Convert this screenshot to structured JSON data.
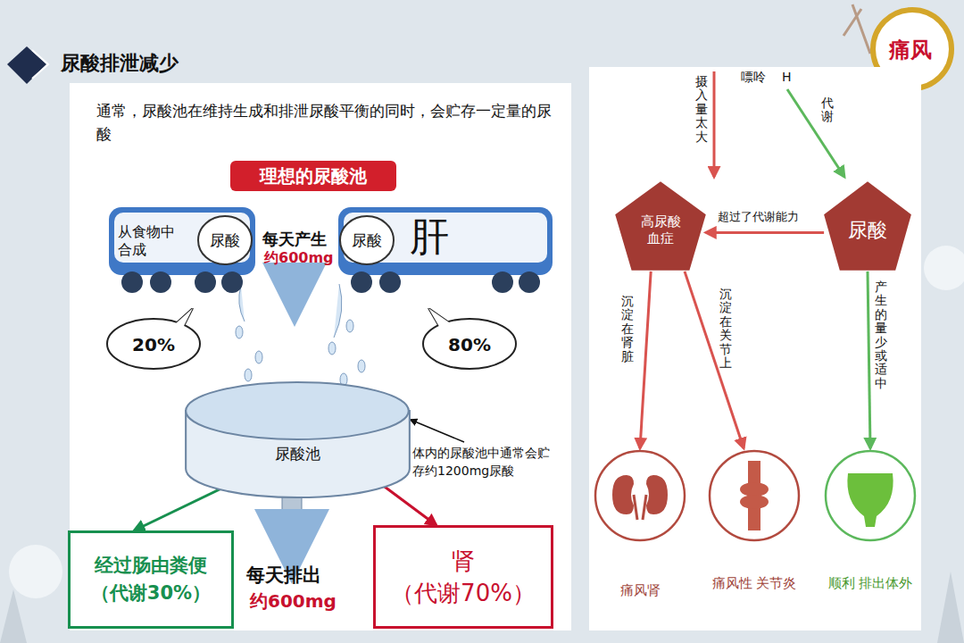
{
  "diagram": {
    "title": "尿酸排泄减少",
    "nodes": [
      {
        "text": [
          "理想的尿酸池"
        ]
      },
      {
        "text": [
          "从食物中合成"
        ]
      },
      {
        "text": [
          "尿酸"
        ],
        "in": 1
      },
      {
        "text": [
          "肝"
        ]
      },
      {
        "text": [
          "尿酸"
        ],
        "in": 3
      },
      {
        "text": [
          "20%"
        ]
      },
      {
        "text": [
          "80%"
        ]
      },
      {
        "text": [
          "尿酸池"
        ]
      },
      {
        "text": [
          "经过肠由粪便 （代谢30%）"
        ]
      },
      {
        "text": [
          "肾 （代谢70%）"
        ]
      },
      {
        "text": [
          "高尿酸 血症"
        ]
      },
      {
        "text": [
          "尿酸"
        ]
      },
      {
        "text": [
          "痛风肾"
        ]
      },
      {
        "text": [
          "痛风性 关节炎"
        ]
      },
      {
        "text": [
          "顺利 排出体外"
        ]
      }
    ],
    "edges": [
      {
        "from": 7,
        "to": 8,
        "arrow": "to"
      },
      {
        "from": 7,
        "to": 9,
        "arrow": "to"
      },
      {
        "from": 11,
        "to": 10,
        "label": "超过了代谢能力",
        "arrow": "to"
      },
      {
        "from": 10,
        "to": 12,
        "label": "沉淀在肾脏",
        "arrow": "to"
      },
      {
        "from": 10,
        "to": 13,
        "label": "沉淀在关节上",
        "arrow": "to"
      },
      {
        "from": 11,
        "to": 14,
        "label": "产生的量少或适中",
        "arrow": "to"
      }
    ],
    "labels": [
      "痛风",
      "通常，尿酸池在维持生成和排泄尿酸平衡的同时，会贮存一定量的尿酸",
      "每天产生",
      "约600mg",
      "体内的尿酸池中通常会贮存约1200mg尿酸",
      "每天排出",
      "约600mg",
      "嘌呤",
      "H",
      "摄入量太大",
      "代谢"
    ]
  }
}
